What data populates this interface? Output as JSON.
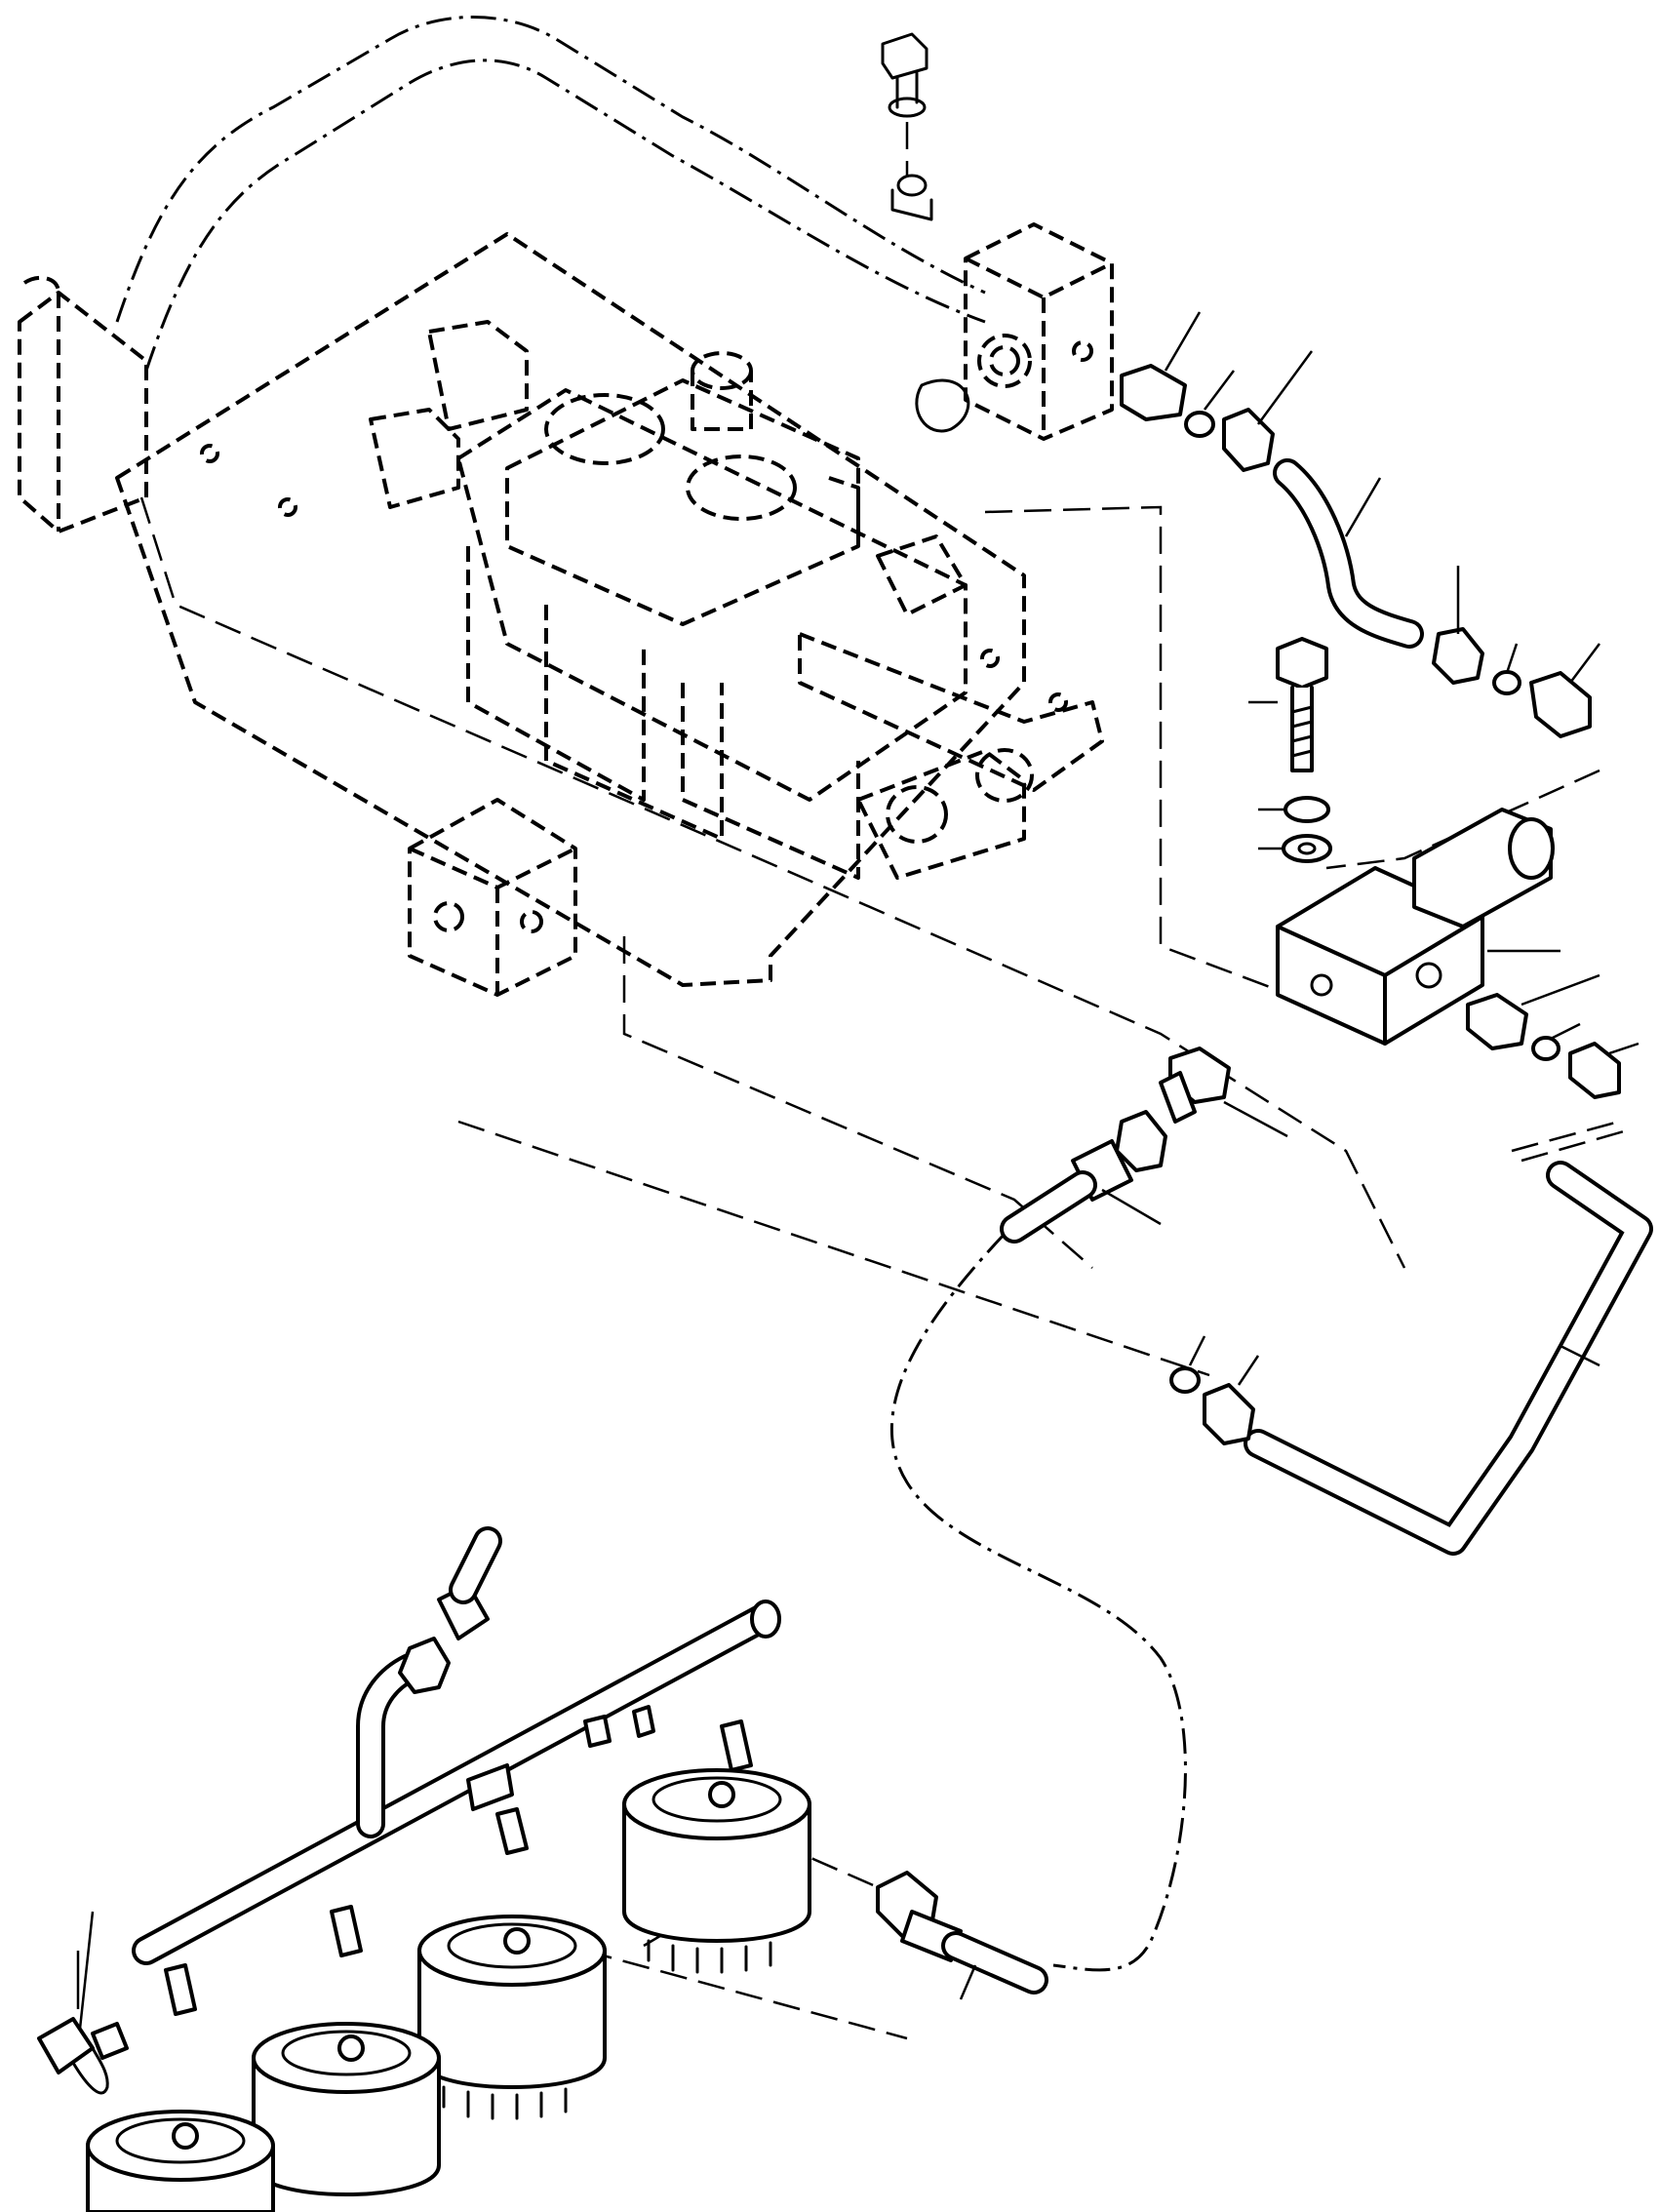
{
  "figure": {
    "description_visible_text": "",
    "colors": {
      "line": "#000000",
      "background": "#ffffff"
    },
    "parts": [
      {
        "name": "control-valve-bank",
        "icon": "valve-block-icon"
      },
      {
        "name": "relief-valve-manifold",
        "icon": "manifold-block-icon"
      },
      {
        "name": "bracket-block",
        "icon": "bracket-icon"
      },
      {
        "name": "hydraulic-tube-upper",
        "icon": "tube-icon"
      },
      {
        "name": "hydraulic-tube-lower",
        "icon": "tube-icon"
      },
      {
        "name": "hydraulic-hose",
        "icon": "hose-icon"
      },
      {
        "name": "distribution-manifold",
        "icon": "manifold-tube-icon"
      },
      {
        "name": "accumulators",
        "icon": "accumulator-icon",
        "count": 4
      },
      {
        "name": "test-coupling",
        "icon": "coupling-icon"
      },
      {
        "name": "bolt",
        "icon": "bolt-icon"
      }
    ]
  }
}
